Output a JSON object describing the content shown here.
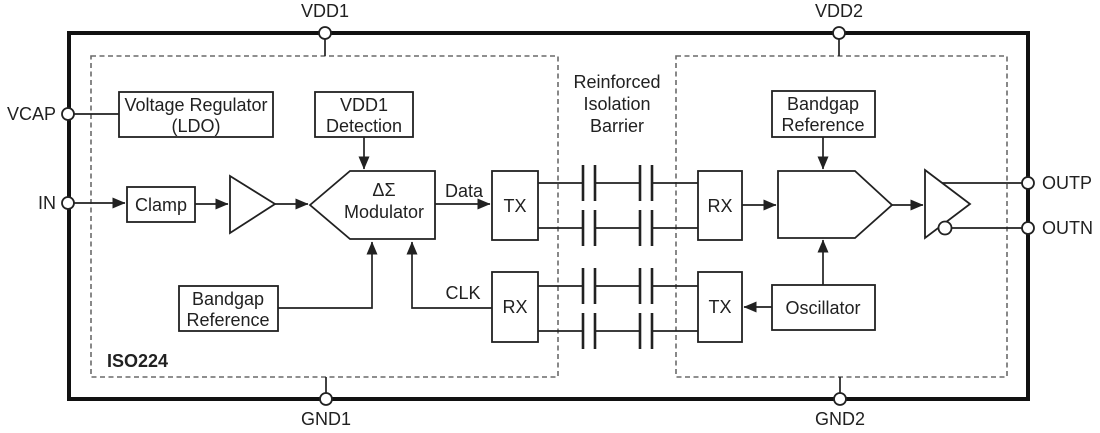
{
  "chip_label": "ISO224",
  "pins": {
    "vdd1": "VDD1",
    "vdd2": "VDD2",
    "gnd1": "GND1",
    "gnd2": "GND2",
    "vcap": "VCAP",
    "in": "IN",
    "outp": "OUTP",
    "outn": "OUTN"
  },
  "blocks": {
    "voltage_regulator": {
      "line1": "Voltage Regulator",
      "line2": "(LDO)"
    },
    "vdd1_detection": {
      "line1": "VDD1",
      "line2": "Detection"
    },
    "clamp": "Clamp",
    "modulator": {
      "line1": "ΔΣ",
      "line2": "Modulator"
    },
    "bandgap_left": {
      "line1": "Bandgap",
      "line2": "Reference"
    },
    "tx_data": "TX",
    "rx_data": "RX",
    "rx_clk": "RX",
    "tx_clk": "TX",
    "bandgap_right": {
      "line1": "Bandgap",
      "line2": "Reference"
    },
    "oscillator": "Oscillator"
  },
  "signals": {
    "data": "Data",
    "clk": "CLK"
  },
  "barrier": {
    "line1": "Reinforced",
    "line2": "Isolation",
    "line3": "Barrier"
  },
  "colors": {
    "line": "#212121",
    "outer": "#111111",
    "dashed_border": "#6a6a6a",
    "background": "#ffffff"
  }
}
